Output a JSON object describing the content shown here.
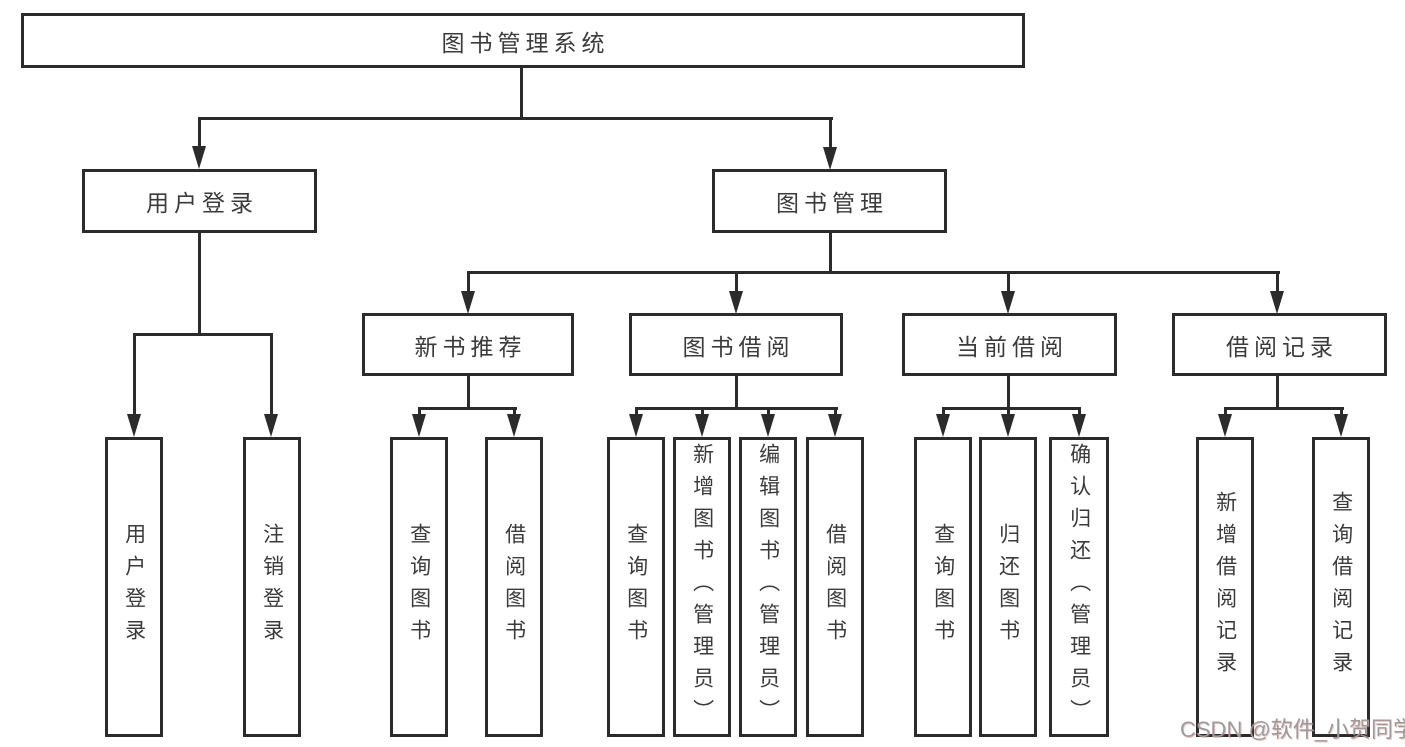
{
  "diagram_title": "图书管理系统",
  "colors": {
    "line": "#2b2b2b",
    "border": "#2b2b2b",
    "text": "#3b3b3b",
    "background": "#ffffff",
    "watermark": "#9b9b9b"
  },
  "nodes": {
    "root": {
      "label": "图书管理系统"
    },
    "user_login": {
      "label": "用户登录"
    },
    "book_management": {
      "label": "图书管理"
    },
    "new_book_recommend": {
      "label": "新书推荐"
    },
    "book_borrowing": {
      "label": "图书借阅"
    },
    "current_borrowing": {
      "label": "当前借阅"
    },
    "borrowing_records": {
      "label": "借阅记录"
    }
  },
  "leaves": [
    {
      "label": "用户登录",
      "parent": "用户登录"
    },
    {
      "label": "注销登录",
      "parent": "用户登录"
    },
    {
      "label": "查询图书",
      "parent": "新书推荐"
    },
    {
      "label": "借阅图书",
      "parent": "新书推荐"
    },
    {
      "label": "查询图书",
      "parent": "图书借阅"
    },
    {
      "label": "新增图书（管理员）",
      "parent": "图书借阅"
    },
    {
      "label": "编辑图书（管理员）",
      "parent": "图书借阅"
    },
    {
      "label": "借阅图书",
      "parent": "图书借阅"
    },
    {
      "label": "查询图书",
      "parent": "当前借阅"
    },
    {
      "label": "归还图书",
      "parent": "当前借阅"
    },
    {
      "label": "确认归还（管理员）",
      "parent": "当前借阅"
    },
    {
      "label": "新增借阅记录",
      "parent": "借阅记录"
    },
    {
      "label": "查询借阅记录",
      "parent": "借阅记录"
    }
  ],
  "structure": {
    "图书管理系统": [
      "用户登录",
      "图书管理"
    ],
    "用户登录": [
      "用户登录",
      "注销登录"
    ],
    "图书管理": [
      "新书推荐",
      "图书借阅",
      "当前借阅",
      "借阅记录"
    ],
    "新书推荐": [
      "查询图书",
      "借阅图书"
    ],
    "图书借阅": [
      "查询图书",
      "新增图书（管理员）",
      "编辑图书（管理员）",
      "借阅图书"
    ],
    "当前借阅": [
      "查询图书",
      "归还图书",
      "确认归还（管理员）"
    ],
    "借阅记录": [
      "新增借阅记录",
      "查询借阅记录"
    ]
  },
  "watermark": "CSDN @软件_小贺同学"
}
